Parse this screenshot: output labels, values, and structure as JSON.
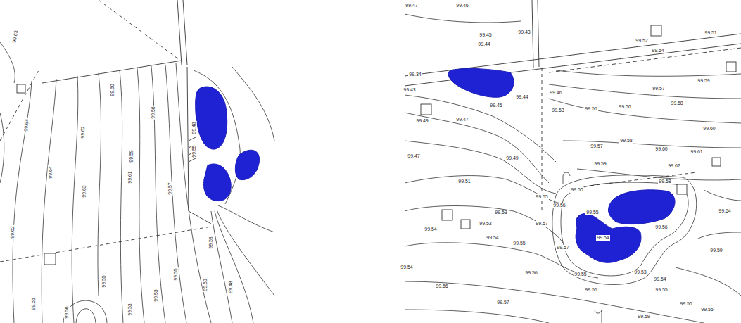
{
  "diagram": {
    "labels": [
      "99.63",
      "99.64",
      "99.60",
      "99.56",
      "99.48",
      "99.55",
      "99.62",
      "99.59",
      "99.61",
      "99.63",
      "99.57",
      "99.64",
      "99.62",
      "99.66",
      "99.56",
      "99.55",
      "99.53",
      "99.53",
      "99.55",
      "99.50",
      "99.48",
      "99.58",
      "99.47",
      "99.46",
      "99.45",
      "99.43",
      "99.44",
      "99.52",
      "99.51",
      "99.54",
      "99.34",
      "99.43",
      "99.45",
      "99.44",
      "99.46",
      "99.53",
      "99.56",
      "99.56",
      "99.57",
      "99.58",
      "99.59",
      "99.60",
      "99.49",
      "99.47",
      "99.47",
      "99.49",
      "99.51",
      "99.53",
      "99.53",
      "99.54",
      "99.54",
      "99.55",
      "99.57",
      "99.59",
      "99.58",
      "99.60",
      "99.61",
      "99.62",
      "99.58",
      "99.55",
      "99.50",
      "99.56",
      "99.57",
      "99.55",
      "99.54",
      "99.56",
      "99.57",
      "99.55",
      "99.53",
      "99.54",
      "99.55",
      "99.56",
      "99.54",
      "99.56",
      "99.57",
      "99.56",
      "99.59",
      "99.56",
      "99.55",
      "99.59",
      "99.64"
    ]
  }
}
